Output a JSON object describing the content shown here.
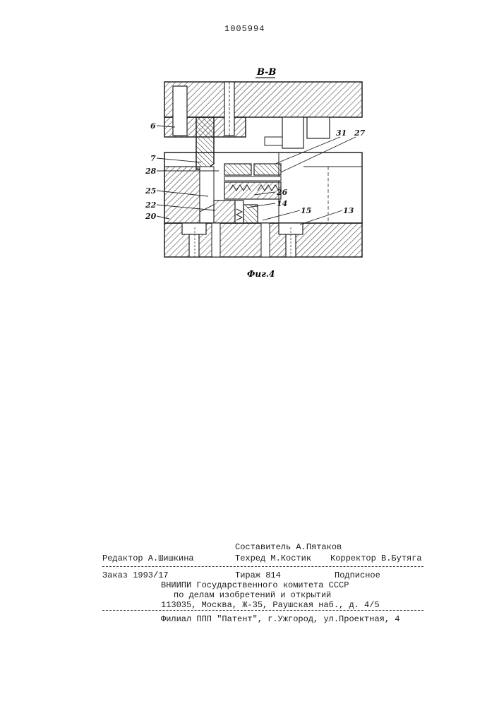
{
  "header": {
    "patent_number": "1005994"
  },
  "figure": {
    "section_label": "В-В",
    "caption": "Фиг.4",
    "callouts": [
      "6",
      "7",
      "28",
      "25",
      "22",
      "20",
      "31",
      "27",
      "26",
      "14",
      "15",
      "13"
    ]
  },
  "imprint": {
    "compiler": "Составитель А.Пятаков",
    "editor": "Редактор А.Шишкина",
    "techred": "Техред М.Костик",
    "corrector": "Корректор В.Бутяга",
    "order": "Заказ 1993/17",
    "circulation": "Тираж 814",
    "subscription": "Подписное",
    "institute": "ВНИИПИ Государственного комитета СССР",
    "affairs": "по делам изобретений и открытий",
    "address": "113035, Москва, Ж-35, Раушская наб., д. 4/5",
    "branch": "Филиал ППП \"Патент\", г.Ужгород, ул.Проектная, 4"
  }
}
